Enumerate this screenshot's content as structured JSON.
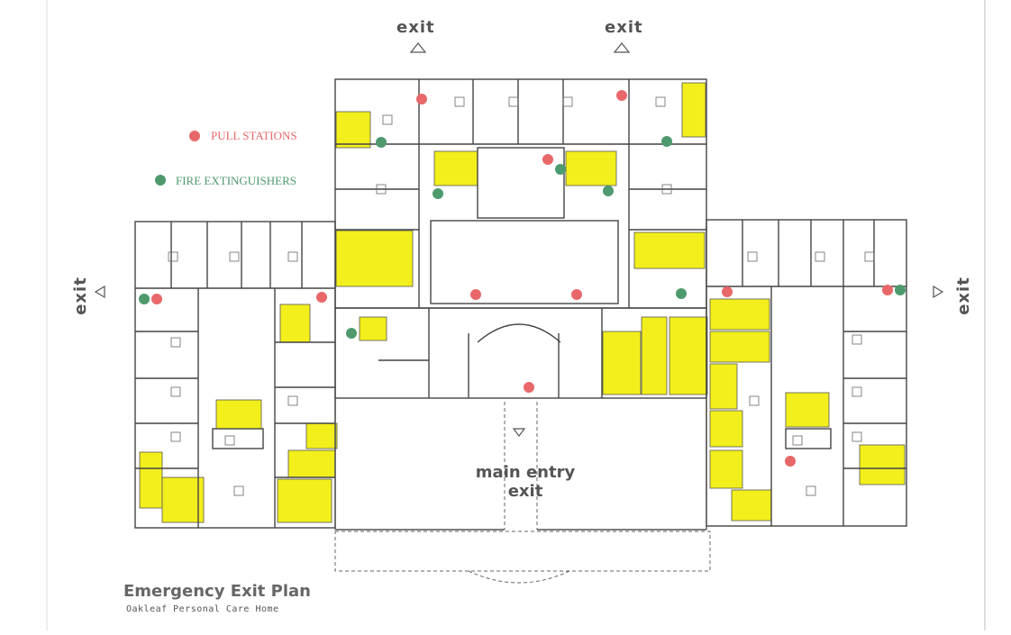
{
  "exits": {
    "top_left": "exit",
    "top_right": "exit",
    "left": "exit",
    "right": "exit"
  },
  "main_entry": {
    "line1": "main entry",
    "line2": "exit"
  },
  "legend": {
    "pull_stations": {
      "label": "PULL STATIONS",
      "color": "#e8686a"
    },
    "fire_extinguishers": {
      "label": "FIRE EXTINGUISHERS",
      "color": "#4e9a6e"
    }
  },
  "title": "Emergency Exit Plan",
  "subtitle": "Oakleaf Personal Care Home",
  "colors": {
    "highlight": "#f2ef1c",
    "wall": "#444444"
  }
}
